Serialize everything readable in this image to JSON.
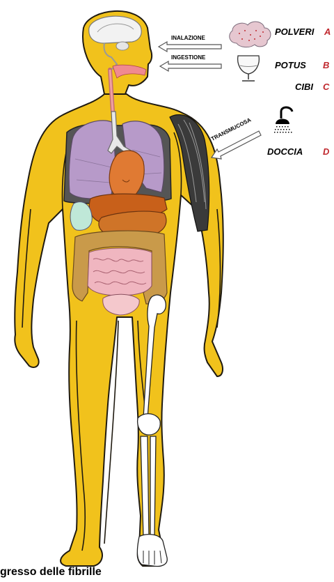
{
  "routes": [
    {
      "arrow_label": "INALAZIONE",
      "source_label": "POLVERI",
      "letter": "A",
      "icon": "dust-cloud-icon"
    },
    {
      "arrow_label": "INGESTIONE",
      "source_label": "POTUS",
      "letter": "B",
      "icon": "wine-glass-icon"
    },
    {
      "arrow_label": "",
      "source_label": "CIBI",
      "letter": "C",
      "icon": ""
    },
    {
      "arrow_label": "TRANSMUCOSA",
      "source_label": "DOCCIA",
      "letter": "D",
      "icon": "shower-icon"
    }
  ],
  "footer_text": "gresso delle fibrille",
  "colors": {
    "skin": "#f1c21c",
    "outline": "#1f1a10",
    "lungs": "#b79ac9",
    "heart": "#e07a33",
    "liver": "#c8601a",
    "stomach": "#cf7428",
    "intestine_large": "#c99a4a",
    "intestine_small": "#f0b6c0",
    "bladder": "#f4c8cc",
    "gallbladder": "#bfe8d8",
    "muscle": "#3a3a3a",
    "letter_red": "#c0282e"
  }
}
